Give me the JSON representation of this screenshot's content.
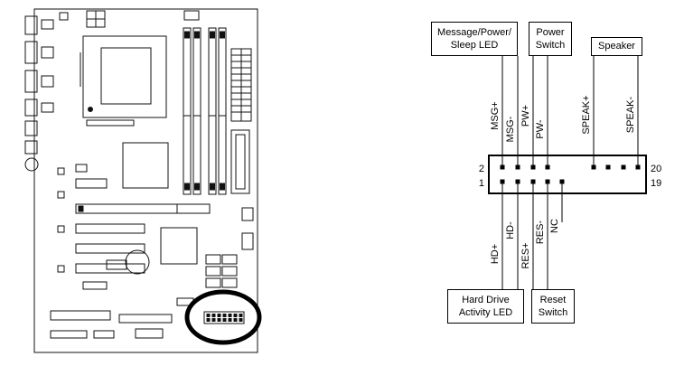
{
  "colors": {
    "background": "#ffffff",
    "ink": "#000000"
  },
  "pinout": {
    "boxes": {
      "msg_led": {
        "lines": [
          "Message/Power/",
          "Sleep LED"
        ]
      },
      "power_switch": {
        "lines": [
          "Power",
          "Switch"
        ]
      },
      "speaker": {
        "lines": [
          "Speaker"
        ]
      },
      "hdd_led": {
        "lines": [
          "Hard Drive",
          "Activity LED"
        ]
      },
      "reset_switch": {
        "lines": [
          "Reset",
          "Switch"
        ]
      }
    },
    "top_labels": [
      "MSG+",
      "MSG-",
      "PW+",
      "PW-",
      "SPEAK+",
      "SPEAK-"
    ],
    "bottom_labels": [
      "HD+",
      "HD-",
      "RES+",
      "RES-",
      "NC"
    ],
    "pin_numbers": {
      "top_left": "2",
      "bottom_left": "1",
      "top_right": "20",
      "bottom_right": "19"
    }
  }
}
